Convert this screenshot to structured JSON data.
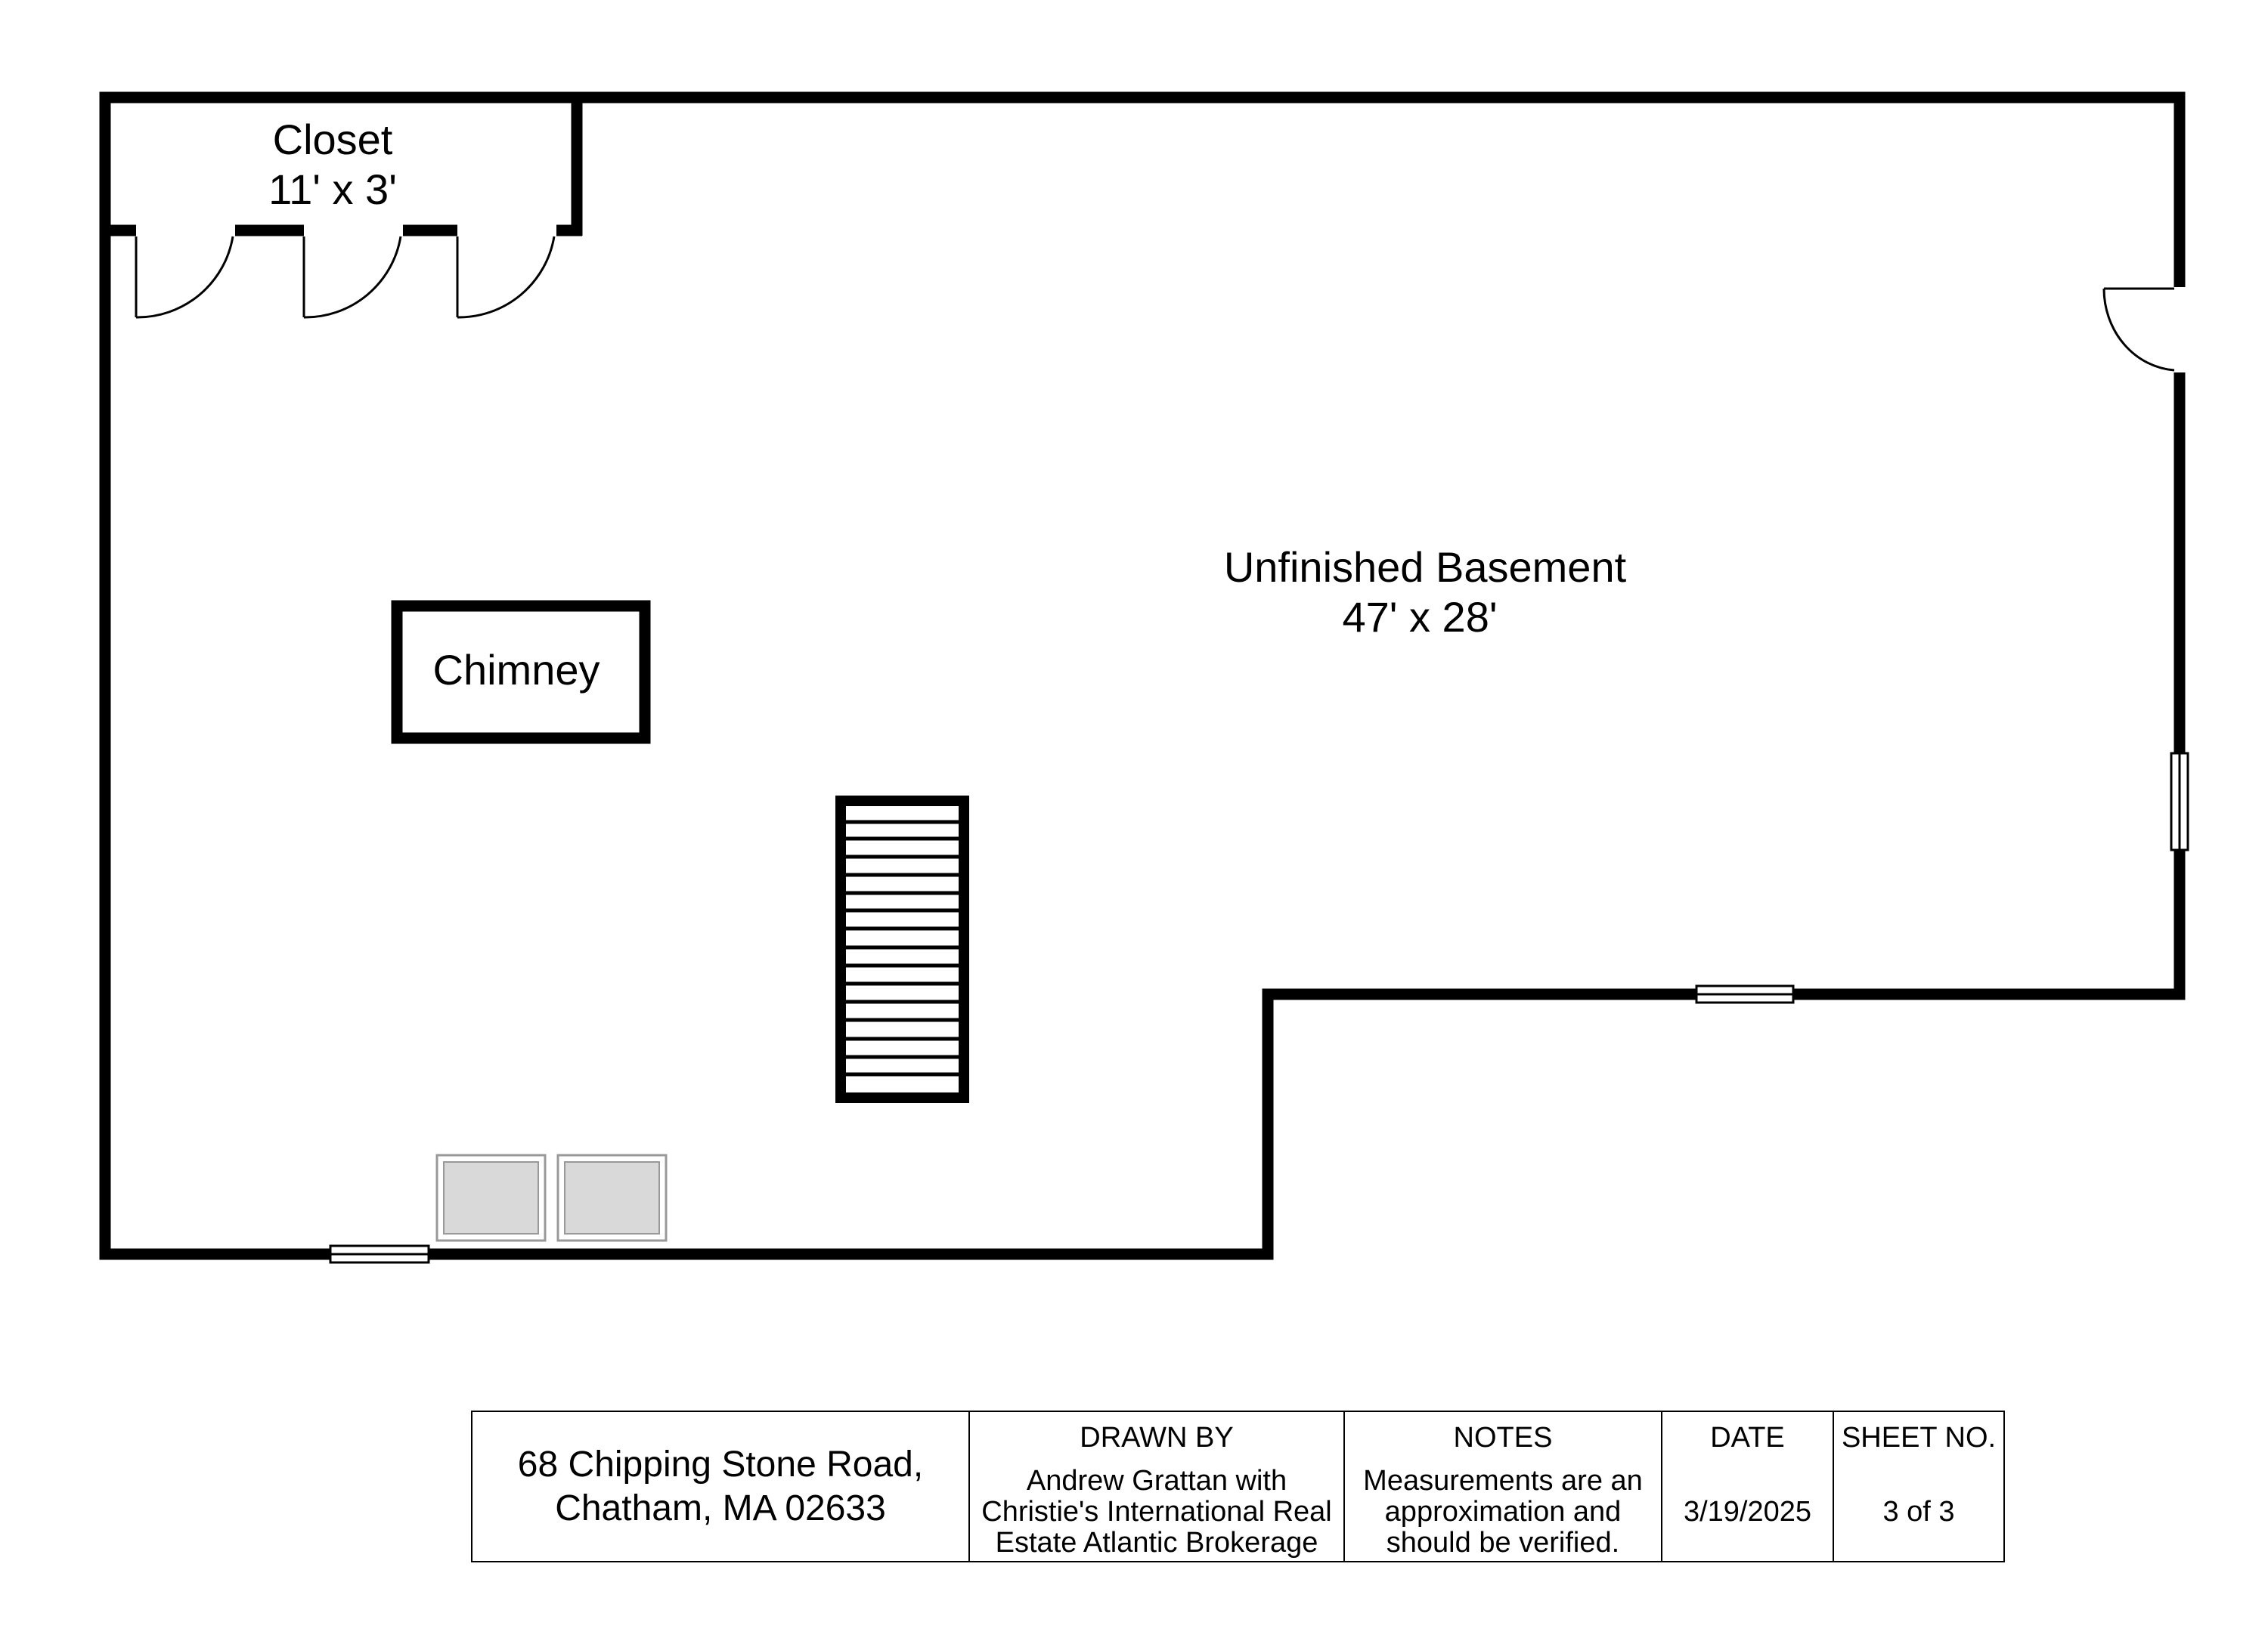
{
  "rooms": {
    "closet": {
      "name": "Closet",
      "dimensions": "11' x 3'"
    },
    "basement": {
      "name": "Unfinished Basement",
      "dimensions": "47' x 28'"
    },
    "chimney": {
      "name": "Chimney"
    }
  },
  "title_block": {
    "address_line1": "68 Chipping Stone Road,",
    "address_line2": "Chatham, MA 02633",
    "drawn_by_header": "DRAWN BY",
    "drawn_by_lines": [
      "Andrew Grattan with",
      "Christie's International Real",
      "Estate Atlantic Brokerage"
    ],
    "notes_header": "NOTES",
    "notes_lines": [
      "Measurements are an",
      "approximation and",
      "should be verified."
    ],
    "date_header": "DATE",
    "date": "3/19/2025",
    "sheet_header": "SHEET NO.",
    "sheet": "3 of 3"
  },
  "colors": {
    "wall": "#000000",
    "background": "#ffffff",
    "appliance_fill": "#d9d9d9",
    "appliance_stroke": "#999999"
  }
}
